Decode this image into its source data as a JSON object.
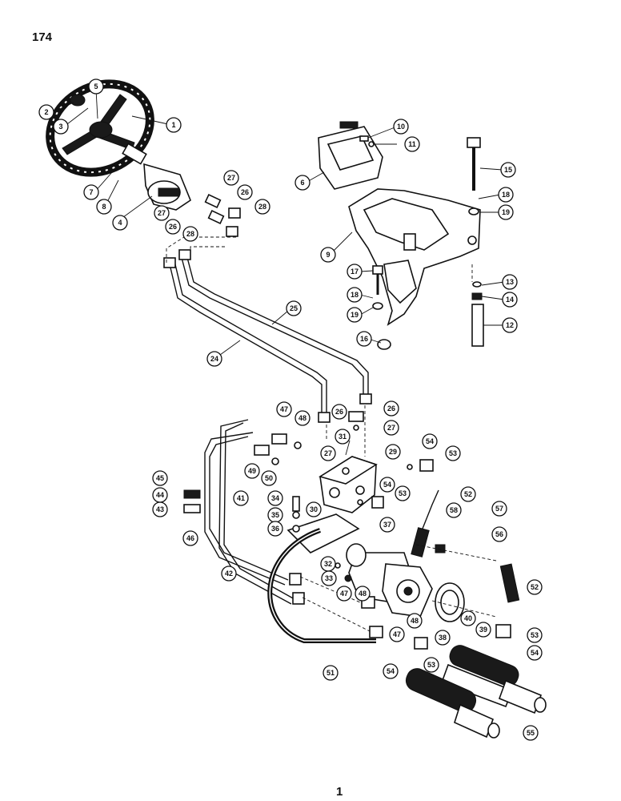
{
  "page": {
    "number": "174",
    "footer_number": "1"
  },
  "callouts": [
    "1",
    "2",
    "3",
    "4",
    "5",
    "6",
    "7",
    "8",
    "9",
    "10",
    "11",
    "12",
    "13",
    "14",
    "15",
    "16",
    "17",
    "18",
    "18",
    "19",
    "19",
    "24",
    "25",
    "26",
    "26",
    "26",
    "26",
    "27",
    "27",
    "27",
    "27",
    "28",
    "28",
    "29",
    "30",
    "31",
    "32",
    "33",
    "34",
    "35",
    "36",
    "37",
    "38",
    "39",
    "40",
    "41",
    "42",
    "43",
    "44",
    "45",
    "46",
    "47",
    "47",
    "47",
    "48",
    "48",
    "48",
    "49",
    "50",
    "51",
    "52",
    "52",
    "53",
    "53",
    "53",
    "53",
    "54",
    "54",
    "54",
    "54",
    "55",
    "56",
    "57",
    "58"
  ]
}
